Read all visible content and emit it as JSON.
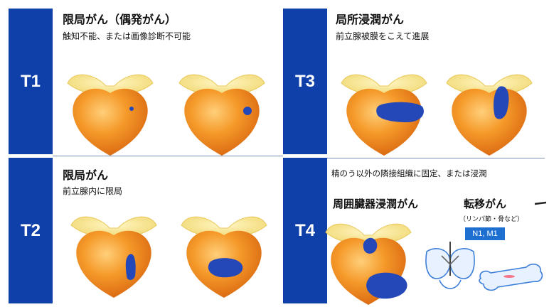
{
  "stages": [
    {
      "label": "T1",
      "title": "限局がん（偶発がん）",
      "subtitle": "触知不能、または画像診断不可能"
    },
    {
      "label": "T2",
      "title": "限局がん",
      "subtitle": "前立腺内に限局"
    },
    {
      "label": "T3",
      "title": "局所浸潤がん",
      "subtitle": "前立腺被膜をこえて進展"
    },
    {
      "label": "T4",
      "title": "周囲臓器浸潤がん",
      "subtitle": "精のう以外の隣接組織に固定、または浸潤"
    }
  ],
  "metastasis": {
    "title": "転移がん",
    "note": "（リンパ節・骨など）",
    "badge": "N1, M1"
  },
  "colors": {
    "stage_band": "#0f3fa8",
    "prostate": "#f08a1c",
    "seminal_vesicle": "#f3dc74",
    "tumor": "#2548b8",
    "badge": "#1f6fd1"
  }
}
